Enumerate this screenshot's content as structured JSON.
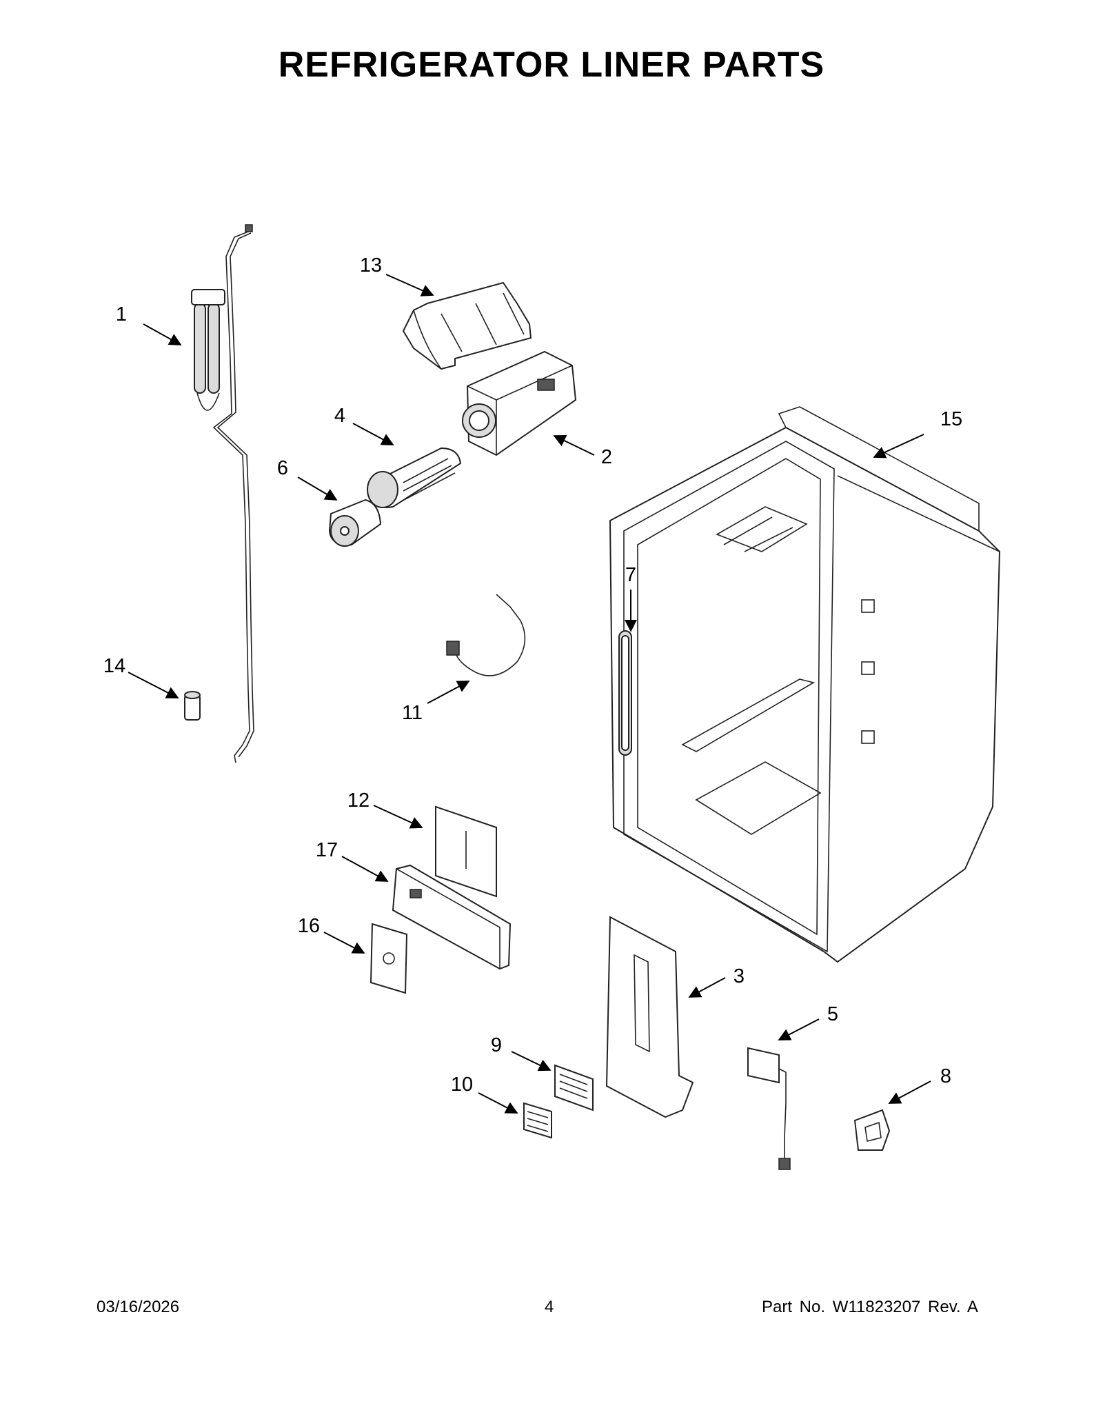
{
  "page": {
    "title": "REFRIGERATOR LINER PARTS",
    "footer": {
      "date": "03/16/2026",
      "page_number": "4",
      "part_info": "Part No.  W11823207  Rev.  A"
    }
  },
  "callouts": [
    "1",
    "2",
    "3",
    "4",
    "5",
    "6",
    "7",
    "8",
    "9",
    "10",
    "11",
    "12",
    "13",
    "14",
    "15",
    "16",
    "17"
  ],
  "colors": {
    "line": "#222222",
    "fill": "#ffffff",
    "shade": "#dcdcdc"
  }
}
